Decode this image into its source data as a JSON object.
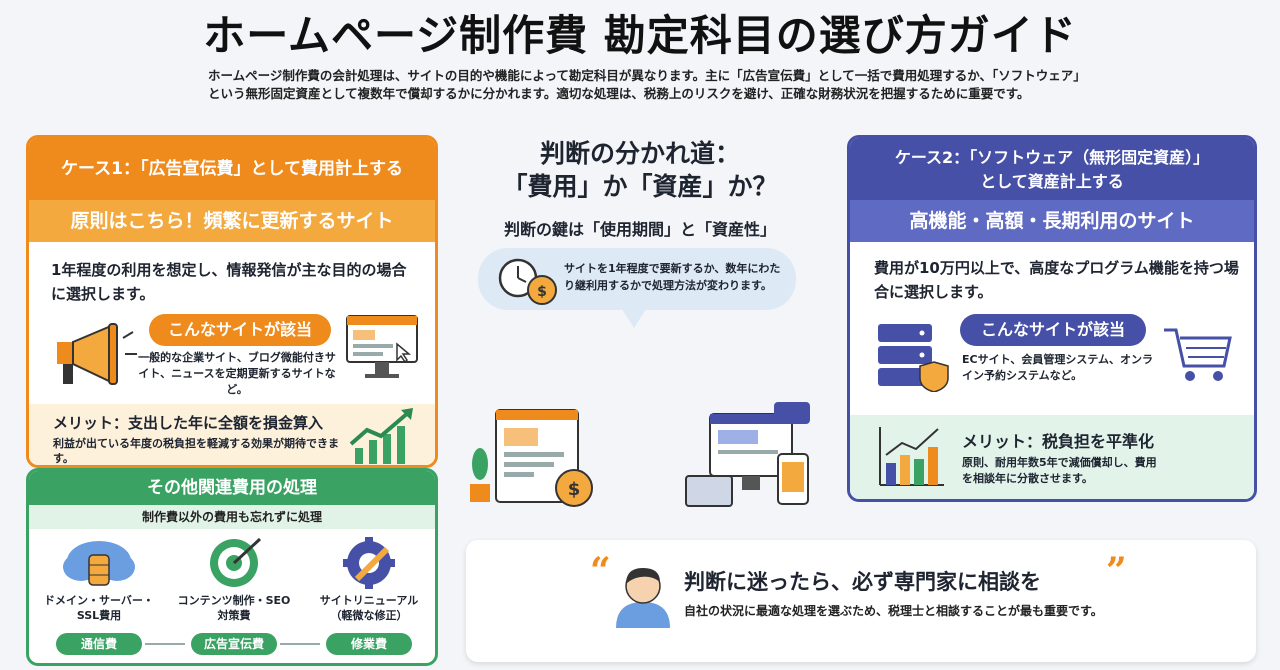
{
  "title": "ホームページ制作費 勘定科目の選び方ガイド",
  "intro": "ホームページ制作費の会計処理は、サイトの目的や機能によって勘定科目が異なります。主に「広告宣伝費」として一括で費用処理するか、「ソフトウェア」という無形固定資産として複数年で償却するかに分かれます。適切な処理は、税務上のリスクを避け、正確な財務状況を把握するために重要です。",
  "case1": {
    "header": "ケース1：「広告宣伝費」として費用計上する",
    "subheader": "原則はこちら！頻繁に更新するサイト",
    "description": "1年程度の利用を想定し、情報発信が主な目的の場合に選択します。",
    "pill": "こんなサイトが該当",
    "examples": "一般的な企業サイト、ブログ微能付きサイト、ニュースを定期更新するサイトなど。",
    "merit_title": "メリット：支出した年に全額を損金算入",
    "merit_desc": "利益が出ている年度の税負担を軽減する効果が期待できます。"
  },
  "other": {
    "header": "その他関連費用の処理",
    "subheader": "制作費以外の費用も忘れずに処理",
    "items": [
      {
        "label": "ドメイン・サーバー・SSL費用",
        "tag": "通信費"
      },
      {
        "label": "コンテンツ制作・SEO対策費",
        "tag": "広告宣伝費"
      },
      {
        "label": "サイトリニューアル（軽微な修正）",
        "tag": "修業費"
      }
    ]
  },
  "center": {
    "title_line1": "判断の分かれ道：",
    "title_line2": "「費用」か「資産」か？",
    "key": "判断の鍵は「使用期間」と「資産性」",
    "bubble": "サイトを1年程度で要新するか、数年にわたり継利用するかで処理方法が変わります。"
  },
  "case2": {
    "header_line1": "ケース2：「ソフトウェア（無形固定資産）」",
    "header_line2": "として資産計上する",
    "subheader": "高機能・高額・長期利用のサイト",
    "description": "費用が10万円以上で、高度なプログラム機能を持つ場合に選択します。",
    "pill": "こんなサイトが該当",
    "examples": "ECサイト、会員管理システム、オンライン予約システムなど。",
    "merit_title": "メリット：税負担を平準化",
    "merit_desc": "原則、耐用年数5年で減価償却し、費用を相談年に分散させます。"
  },
  "consult": {
    "title": "判断に迷ったら、必ず専門家に相談を",
    "desc": "自社の状況に最適な処理を選ぶため、税理士と相談することが最も重要です。",
    "quote_open": "“",
    "quote_close": "”"
  },
  "colors": {
    "orange": "#ef8a1c",
    "green": "#3aa364",
    "indigo": "#4650a6"
  }
}
